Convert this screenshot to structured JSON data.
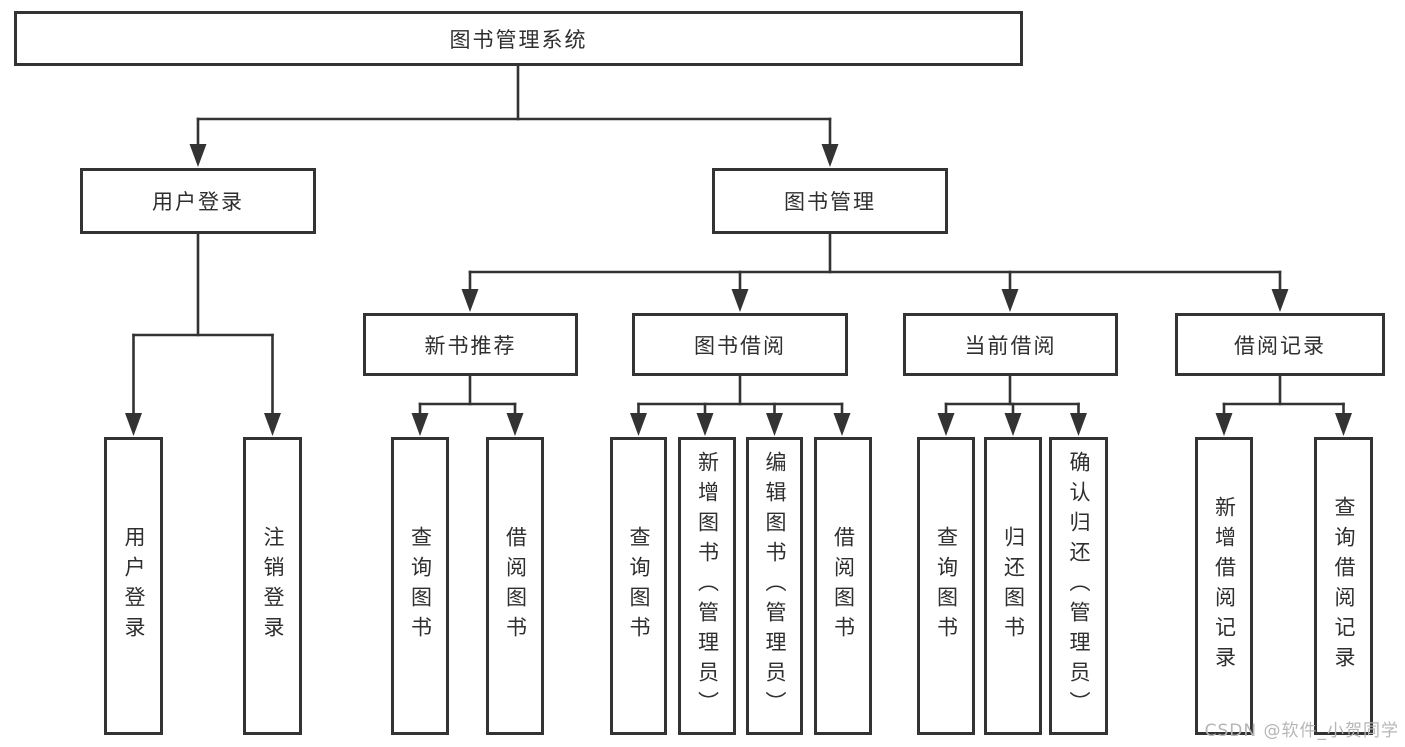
{
  "diagram": {
    "root": {
      "label": "图书管理系统"
    },
    "branches": [
      {
        "label": "用户登录",
        "children": [
          {
            "label": "用户登录"
          },
          {
            "label": "注销登录"
          }
        ]
      },
      {
        "label": "图书管理",
        "children": [
          {
            "label": "新书推荐",
            "children": [
              {
                "label": "查询图书"
              },
              {
                "label": "借阅图书"
              }
            ]
          },
          {
            "label": "图书借阅",
            "children": [
              {
                "label": "查询图书"
              },
              {
                "label": "新增图书（管理员）"
              },
              {
                "label": "编辑图书（管理员）"
              },
              {
                "label": "借阅图书"
              }
            ]
          },
          {
            "label": "当前借阅",
            "children": [
              {
                "label": "查询图书"
              },
              {
                "label": "归还图书"
              },
              {
                "label": "确认归还（管理员）"
              }
            ]
          },
          {
            "label": "借阅记录",
            "children": [
              {
                "label": "新增借阅记录"
              },
              {
                "label": "查询借阅记录"
              }
            ]
          }
        ]
      }
    ]
  },
  "watermark": {
    "text": "CSDN @软件_小贺同学"
  },
  "colors": {
    "line": "#333333",
    "text": "#2f2f2f",
    "watermark": "#b6b6b6",
    "background": "#ffffff"
  }
}
